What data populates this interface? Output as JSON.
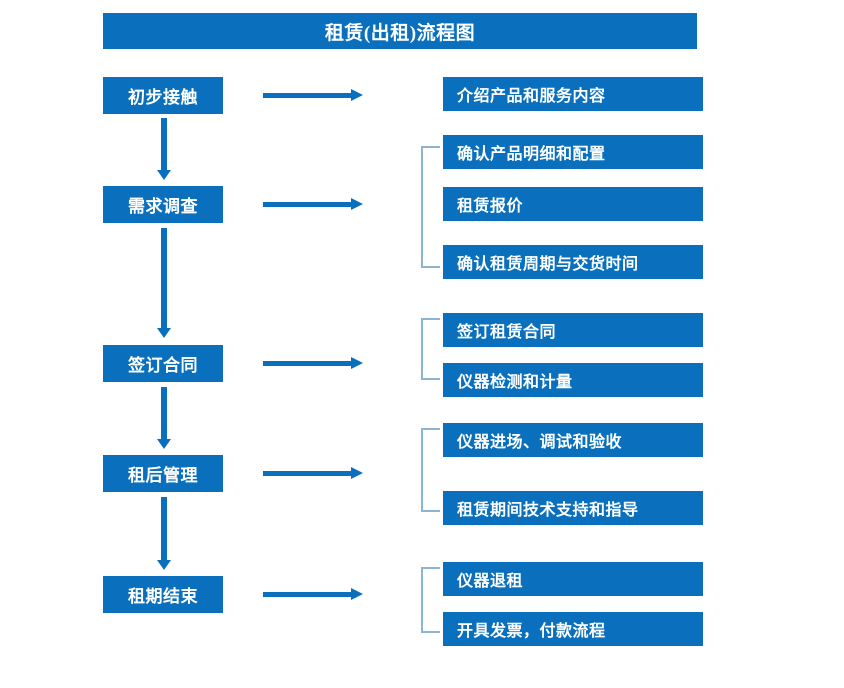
{
  "chart": {
    "title": "租赁(出租)流程图",
    "accent_color": "#0a70bd",
    "bracket_color": "#8eb4d4",
    "background_color": "#ffffff",
    "text_color": "#ffffff"
  },
  "stages": [
    {
      "label": "初步接触"
    },
    {
      "label": "需求调查"
    },
    {
      "label": "签订合同"
    },
    {
      "label": "租后管理"
    },
    {
      "label": "租期结束"
    }
  ],
  "details": [
    {
      "label": "介绍产品和服务内容"
    },
    {
      "label": "确认产品明细和配置"
    },
    {
      "label": "租赁报价"
    },
    {
      "label": "确认租赁周期与交货时间"
    },
    {
      "label": "签订租赁合同"
    },
    {
      "label": "仪器检测和计量"
    },
    {
      "label": "仪器进场、调试和验收"
    },
    {
      "label": "租赁期间技术支持和指导"
    },
    {
      "label": "仪器退租"
    },
    {
      "label": "开具发票，付款流程"
    }
  ],
  "groups": [
    {
      "stage": "初步接触",
      "details": [
        "介绍产品和服务内容"
      ],
      "bracketed": false
    },
    {
      "stage": "需求调查",
      "details": [
        "确认产品明细和配置",
        "租赁报价",
        "确认租赁周期与交货时间"
      ],
      "bracketed": true
    },
    {
      "stage": "签订合同",
      "details": [
        "签订租赁合同",
        "仪器检测和计量"
      ],
      "bracketed": true
    },
    {
      "stage": "租后管理",
      "details": [
        "仪器进场、调试和验收",
        "租赁期间技术支持和指导"
      ],
      "bracketed": true
    },
    {
      "stage": "租期结束",
      "details": [
        "仪器退租",
        "开具发票，付款流程"
      ],
      "bracketed": true
    }
  ],
  "connectors": {
    "horizontal_arrow_count": 5,
    "vertical_arrow_count": 4,
    "direction_horizontal": "right",
    "direction_vertical": "down"
  }
}
